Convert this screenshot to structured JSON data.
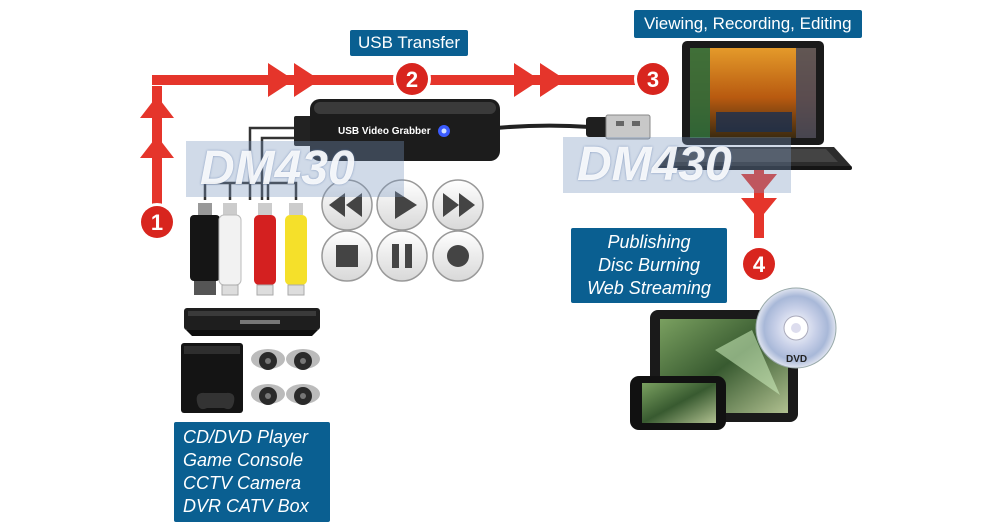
{
  "labels": {
    "usb_transfer": "USB Transfer",
    "viewing": "Viewing, Recording, Editing",
    "publishing": [
      "Publishing",
      "Disc Burning",
      "Web Streaming"
    ],
    "sources": [
      "CD/DVD Player",
      "Game Console",
      "CCTV Camera",
      "DVR CATV Box"
    ]
  },
  "device": {
    "name": "USB Video Grabber"
  },
  "watermark": "DM430",
  "steps": [
    "1",
    "2",
    "3",
    "4"
  ],
  "dvd_logo": "DVD",
  "colors": {
    "arrow": "#e5352b",
    "label_bg": "#0a5f91",
    "step_circle": "#d8251e"
  },
  "icons": [
    "rewind-icon",
    "play-icon",
    "fast-forward-icon",
    "stop-icon",
    "pause-icon",
    "record-icon"
  ]
}
